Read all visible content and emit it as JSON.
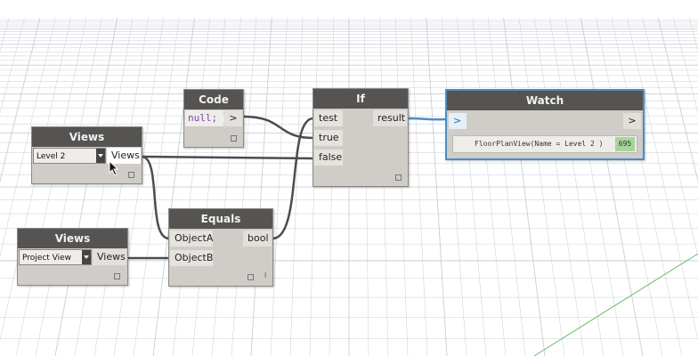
{
  "colors": {
    "wire": "#4c4c4c",
    "wire_selected": "#4a8ec8",
    "node_header": "#555452",
    "node_body": "#d0ccc8",
    "grid": "#c9ced6",
    "count_badge": "#a8d59a"
  },
  "nodes": {
    "views1": {
      "title": "Views",
      "dropdown_value": "Level 2",
      "output": "Views"
    },
    "views2": {
      "title": "Views",
      "dropdown_value": "Project View",
      "output": "Views"
    },
    "code_block": {
      "title": "Code Block",
      "code": "null;",
      "output": ">"
    },
    "equals": {
      "title": "Equals",
      "inputs": [
        "ObjectA",
        "ObjectB"
      ],
      "output": "bool",
      "lacing": "l"
    },
    "if_node": {
      "title": "If",
      "inputs": [
        "test",
        "true",
        "false"
      ],
      "output": "result"
    },
    "watch": {
      "title": "Watch",
      "input": ">",
      "output": ">",
      "value": "FloorPlanView(Name = Level 2 )",
      "count": "695"
    }
  },
  "icons": [
    "mouse-pointer-icon",
    "chevron-down-icon",
    "resize-grip-icon"
  ]
}
